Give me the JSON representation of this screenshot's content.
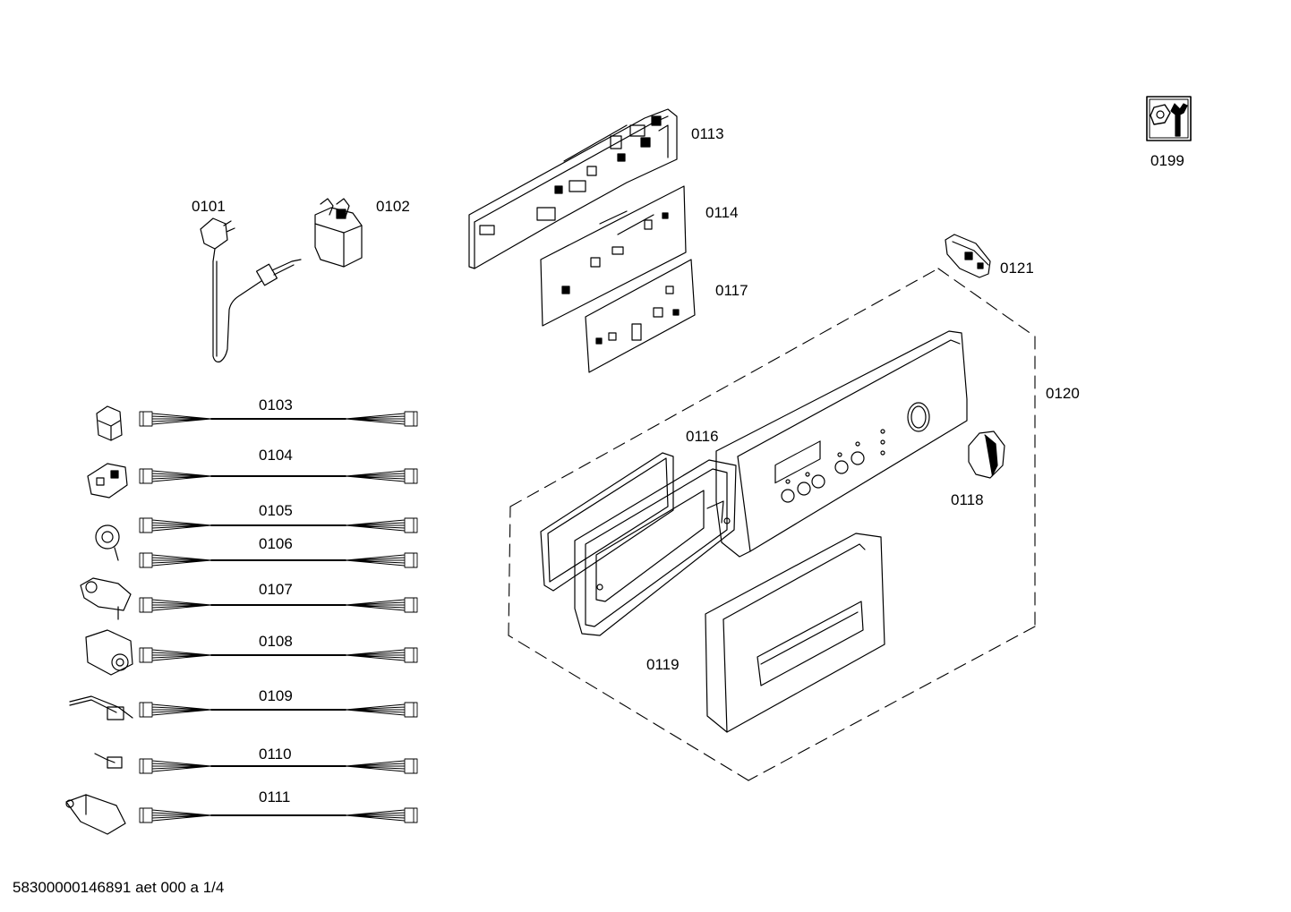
{
  "labels": {
    "p0101": "0101",
    "p0102": "0102",
    "p0103": "0103",
    "p0104": "0104",
    "p0105": "0105",
    "p0106": "0106",
    "p0107": "0107",
    "p0108": "0108",
    "p0109": "0109",
    "p0110": "0110",
    "p0111": "0111",
    "p0113": "0113",
    "p0114": "0114",
    "p0116": "0116",
    "p0117": "0117",
    "p0118": "0118",
    "p0119": "0119",
    "p0120": "0120",
    "p0121": "0121",
    "p0199": "0199"
  },
  "footer": "58300000146891 aet 000 a 1/4",
  "icons": {
    "service": "tool-nut-wrench-icon"
  }
}
